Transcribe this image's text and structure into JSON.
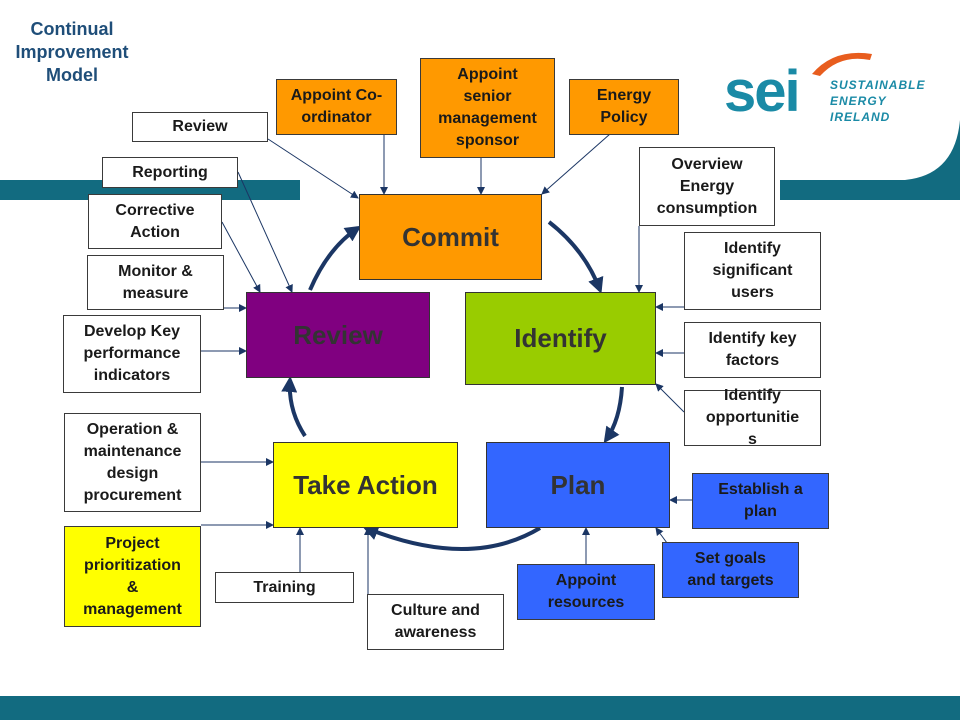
{
  "title": "Continual\nImprovement\nModel",
  "logo": {
    "main": "sei",
    "line1": "SUSTAINABLE",
    "line2": "ENERGY",
    "line3": "IRELAND",
    "main_color": "#1a8aa6",
    "swoosh_color": "#e85d1e"
  },
  "colors": {
    "band": "#126b80",
    "orange": "#ff9900",
    "green": "#99cc00",
    "purple": "#800080",
    "yellow": "#ffff00",
    "blue": "#3366ff",
    "arrow": "#1b3664",
    "connector": "#1b3664"
  },
  "stages": {
    "commit": "Commit",
    "identify": "Identify",
    "review": "Review",
    "take_action": "Take Action",
    "plan": "Plan"
  },
  "commit_inputs": {
    "coordinator": "Appoint Co-\nordinator",
    "sponsor": "Appoint\nsenior\nmanagement\nsponsor",
    "policy": "Energy\nPolicy"
  },
  "review_inputs": {
    "review": "Review",
    "reporting": "Reporting",
    "corrective": "Corrective\nAction",
    "monitor": "Monitor &\nmeasure",
    "kpi": "Develop Key\nperformance\nindicators"
  },
  "identify_inputs": {
    "overview": "Overview\nEnergy\nconsumption",
    "significant": "Identify\nsignificant\nusers",
    "key_factors": "Identify key\nfactors",
    "opportunities": "Identify\nopportunitie\ns"
  },
  "plan_inputs": {
    "establish": "Establish a\nplan",
    "goals": "Set goals\nand targets",
    "resources": "Appoint\nresources"
  },
  "action_inputs": {
    "operation": "Operation &\nmaintenance\ndesign\nprocurement",
    "project": "Project\nprioritization\n&\nmanagement",
    "training": "Training",
    "culture": "Culture and\nawareness"
  }
}
